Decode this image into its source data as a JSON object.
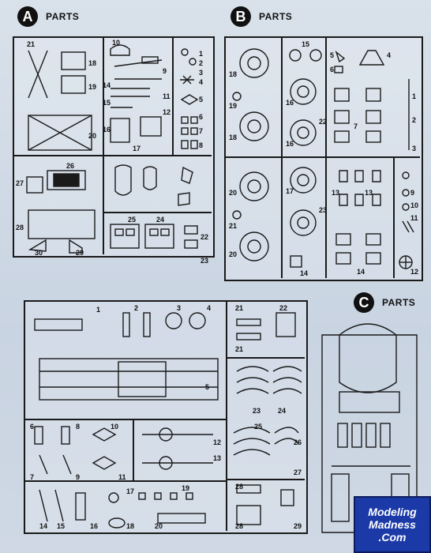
{
  "sections": [
    {
      "letter": "A",
      "word": "PARTS"
    },
    {
      "letter": "B",
      "word": "PARTS"
    },
    {
      "letter": "C",
      "word": "PARTS"
    }
  ],
  "sprue_a_numbers": [
    "21",
    "18",
    "19",
    "20",
    "10",
    "9",
    "14",
    "15",
    "16",
    "17",
    "11",
    "12",
    "1",
    "2",
    "3",
    "4",
    "5",
    "6",
    "7",
    "8",
    "26",
    "27",
    "28",
    "30",
    "29",
    "25",
    "24",
    "22",
    "23"
  ],
  "sprue_b_numbers": [
    "15",
    "18",
    "19",
    "22",
    "16",
    "18",
    "16",
    "20",
    "17",
    "23",
    "21",
    "20",
    "14",
    "5",
    "6",
    "4",
    "7",
    "1",
    "2",
    "3",
    "13",
    "13",
    "9",
    "10",
    "11",
    "14",
    "12"
  ],
  "sprue_c_numbers": [
    "1",
    "2",
    "3",
    "4",
    "5",
    "6",
    "8",
    "10",
    "7",
    "9",
    "11",
    "12",
    "13",
    "14",
    "15",
    "16",
    "17",
    "18",
    "19",
    "20",
    "21",
    "22",
    "21",
    "23",
    "24",
    "25",
    "26",
    "27",
    "28",
    "28",
    "29"
  ],
  "watermark": {
    "line1": "Modeling",
    "line2": "Madness",
    "line3": ".Com"
  }
}
